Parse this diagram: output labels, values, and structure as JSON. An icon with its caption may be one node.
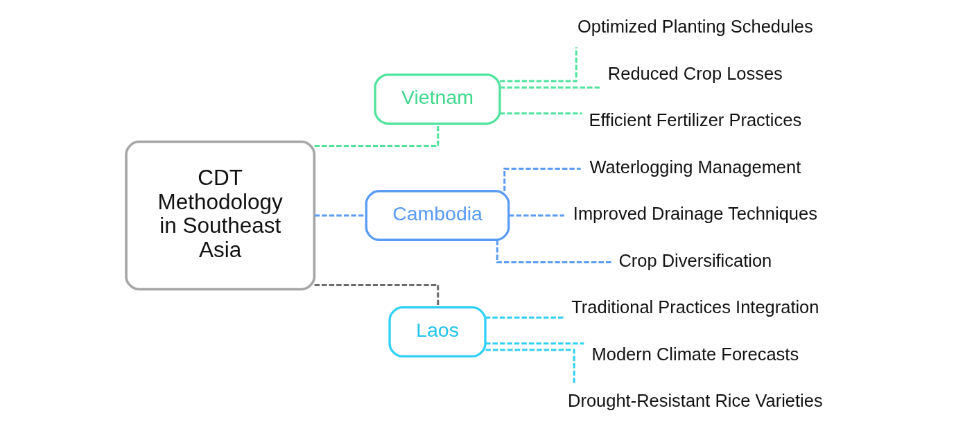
{
  "diagram": {
    "nodes": [
      {
        "text": [
          "CDT Methodology in Southeast Asia"
        ]
      },
      {
        "text": [
          "Vietnam"
        ]
      },
      {
        "text": [
          "Optimized Planting Schedules"
        ]
      },
      {
        "text": [
          "Reduced Crop Losses"
        ]
      },
      {
        "text": [
          "Efficient Fertilizer Practices"
        ]
      },
      {
        "text": [
          "Cambodia"
        ]
      },
      {
        "text": [
          "Waterlogging Management"
        ]
      },
      {
        "text": [
          "Improved Drainage Techniques"
        ]
      },
      {
        "text": [
          "Crop Diversification"
        ]
      },
      {
        "text": [
          "Laos"
        ]
      },
      {
        "text": [
          "Traditional Practices Integration"
        ]
      },
      {
        "text": [
          "Modern Climate Forecasts"
        ]
      },
      {
        "text": [
          "Drought-Resistant Rice Varieties"
        ]
      }
    ],
    "edges": [
      {
        "from": 0,
        "to": 1,
        "arrow": "none",
        "style": "dashed",
        "color": "#4fe39b"
      },
      {
        "from": 1,
        "to": 2,
        "arrow": "none",
        "style": "dashed",
        "color": "#4fe39b"
      },
      {
        "from": 1,
        "to": 3,
        "arrow": "none",
        "style": "dashed",
        "color": "#4fe39b"
      },
      {
        "from": 1,
        "to": 4,
        "arrow": "none",
        "style": "dashed",
        "color": "#4fe39b"
      },
      {
        "from": 0,
        "to": 5,
        "arrow": "none",
        "style": "dashed",
        "color": "#5a9bf6"
      },
      {
        "from": 5,
        "to": 6,
        "arrow": "none",
        "style": "dashed",
        "color": "#5a9bf6"
      },
      {
        "from": 5,
        "to": 7,
        "arrow": "none",
        "style": "dashed",
        "color": "#5a9bf6"
      },
      {
        "from": 5,
        "to": 8,
        "arrow": "none",
        "style": "dashed",
        "color": "#5a9bf6"
      },
      {
        "from": 0,
        "to": 9,
        "arrow": "none",
        "style": "dashed",
        "color": "#6b6b6b"
      },
      {
        "from": 9,
        "to": 10,
        "arrow": "none",
        "style": "dashed",
        "color": "#2fd0f5"
      },
      {
        "from": 9,
        "to": 11,
        "arrow": "none",
        "style": "dashed",
        "color": "#2fd0f5"
      },
      {
        "from": 9,
        "to": 12,
        "arrow": "none",
        "style": "dashed",
        "color": "#2fd0f5"
      }
    ]
  }
}
